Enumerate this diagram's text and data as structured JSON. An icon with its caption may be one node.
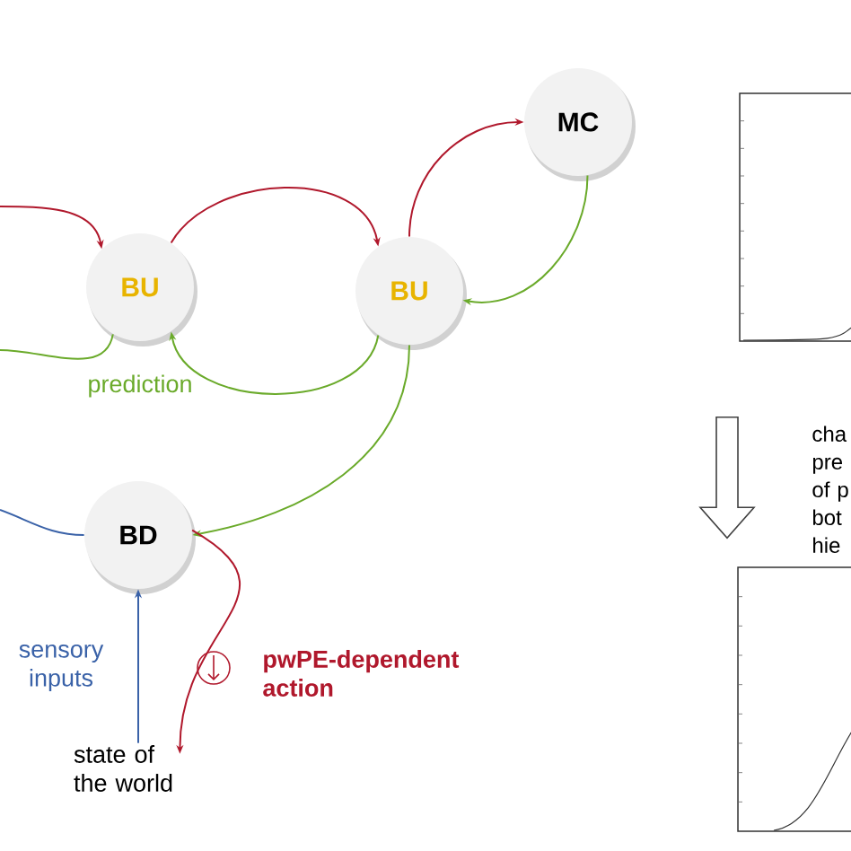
{
  "diagram": {
    "nodes": [
      {
        "text": [
          "BU"
        ]
      },
      {
        "text": [
          "BU"
        ]
      },
      {
        "text": [
          "MC"
        ]
      },
      {
        "text": [
          "BD"
        ]
      },
      {
        "text": [
          "state of the world"
        ]
      },
      {
        "text": [],
        "shape": "box"
      },
      {
        "text": [],
        "shape": "box"
      }
    ],
    "edges": [
      {
        "from": null,
        "to": 0,
        "arrow": "to",
        "color": "#b0182c"
      },
      {
        "from": 0,
        "to": 1,
        "arrow": "to",
        "color": "#b0182c"
      },
      {
        "from": 1,
        "to": 0,
        "arrow": "to",
        "color": "#6aaa2a"
      },
      {
        "from": 0,
        "to": null,
        "arrow": "none",
        "color": "#6aaa2a"
      },
      {
        "from": 1,
        "to": 2,
        "arrow": "to",
        "color": "#b0182c"
      },
      {
        "from": 2,
        "to": 1,
        "arrow": "to",
        "color": "#6aaa2a"
      },
      {
        "from": 1,
        "to": 3,
        "arrow": "to",
        "color": "#6aaa2a"
      },
      {
        "from": 3,
        "to": null,
        "arrow": "none",
        "color": "#3a62a8"
      },
      {
        "from": 4,
        "to": 3,
        "arrow": "to",
        "color": "#3a62a8",
        "label": "sensory inputs"
      },
      {
        "from": 3,
        "to": 4,
        "arrow": "to",
        "color": "#b0182c",
        "label": "pwPE-dependent action"
      },
      {
        "from": 5,
        "to": 6,
        "arrow": "to",
        "label": "cha pre of p bot hie"
      }
    ],
    "labels": [
      "prediction"
    ]
  }
}
